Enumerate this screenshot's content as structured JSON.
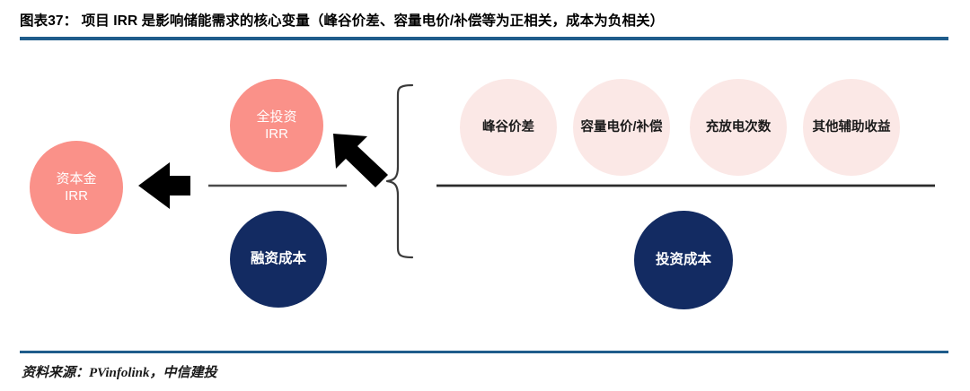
{
  "header": {
    "figure_label": "图表37：",
    "title": "项目 IRR 是影响储能需求的核心变量（峰谷价差、容量电价/补偿等为正相关，成本为负相关）",
    "full_title": "图表37：  项目 IRR 是影响储能需求的核心变量（峰谷价差、容量电价/补偿等为正相关，成本为负相关）",
    "rule_color": "#1F5C8B"
  },
  "footer": {
    "source_text": "资料来源：PVinfolink，中信建投",
    "rule_color": "#1F5C8B"
  },
  "colors": {
    "salmon": "#FA9189",
    "navy": "#132B62",
    "pale_pink": "#FBE8E6",
    "connector": "#3A3A3A",
    "arrow": "#000000",
    "accent_blue": "#1F5C8B"
  },
  "diagram": {
    "type": "flow-diagram",
    "outcome_nodes": [
      {
        "id": "equity-irr",
        "lines": [
          "资本金",
          "IRR"
        ],
        "style": "salmon",
        "role": "final-output"
      },
      {
        "id": "total-irr",
        "lines": [
          "全投资",
          "IRR"
        ],
        "style": "salmon",
        "role": "intermediate-output"
      }
    ],
    "cost_nodes": [
      {
        "id": "financing-cost",
        "lines": [
          "融资成本"
        ],
        "style": "navy",
        "role": "negative-driver"
      },
      {
        "id": "investment-cost",
        "lines": [
          "投资成本"
        ],
        "style": "navy",
        "role": "negative-driver"
      }
    ],
    "revenue_nodes": [
      {
        "id": "peak-valley-spread",
        "lines": [
          "峰谷价差"
        ],
        "style": "pale-pink",
        "role": "positive-driver"
      },
      {
        "id": "capacity-price",
        "lines": [
          "容量电价/补偿"
        ],
        "style": "pale-pink",
        "role": "positive-driver"
      },
      {
        "id": "cycle-count",
        "lines": [
          "充放电次数"
        ],
        "style": "pale-pink",
        "role": "positive-driver"
      },
      {
        "id": "other-revenue",
        "lines": [
          "其他辅助收益"
        ],
        "style": "pale-pink",
        "role": "positive-driver"
      }
    ],
    "connectors": [
      {
        "id": "arrow-to-equity-irr",
        "shape": "arrow-left",
        "from": "total-irr-group",
        "to": "equity-irr"
      },
      {
        "id": "arrow-to-total-irr",
        "shape": "arrow-up-left",
        "from": "revenue-group",
        "to": "total-irr"
      },
      {
        "id": "brace-revenue-group",
        "shape": "curly-brace-left",
        "groups": [
          "revenue-row",
          "investment-cost"
        ]
      },
      {
        "id": "divider-left",
        "shape": "horizontal-line"
      },
      {
        "id": "divider-right",
        "shape": "horizontal-line"
      }
    ]
  }
}
